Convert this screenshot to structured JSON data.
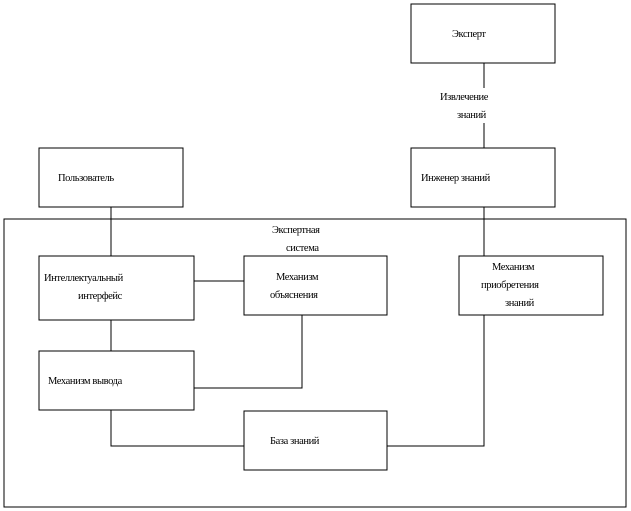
{
  "diagram": {
    "system_label_1": "Экспертная",
    "system_label_2": "система",
    "expert": "Эксперт",
    "extraction_1": "Извлечение",
    "extraction_2": "знаний",
    "user": "Пользователь",
    "engineer": "Инженер знаний",
    "interface_1": "Интеллектуальный",
    "interface_2": "интерфейс",
    "explanation_1": "Механизм",
    "explanation_2": "объяснения",
    "acquisition_1": "Механизм",
    "acquisition_2": "приобретения",
    "acquisition_3": "знаний",
    "inference": "Механизм вывода",
    "knowledge_base": "База знаний"
  }
}
